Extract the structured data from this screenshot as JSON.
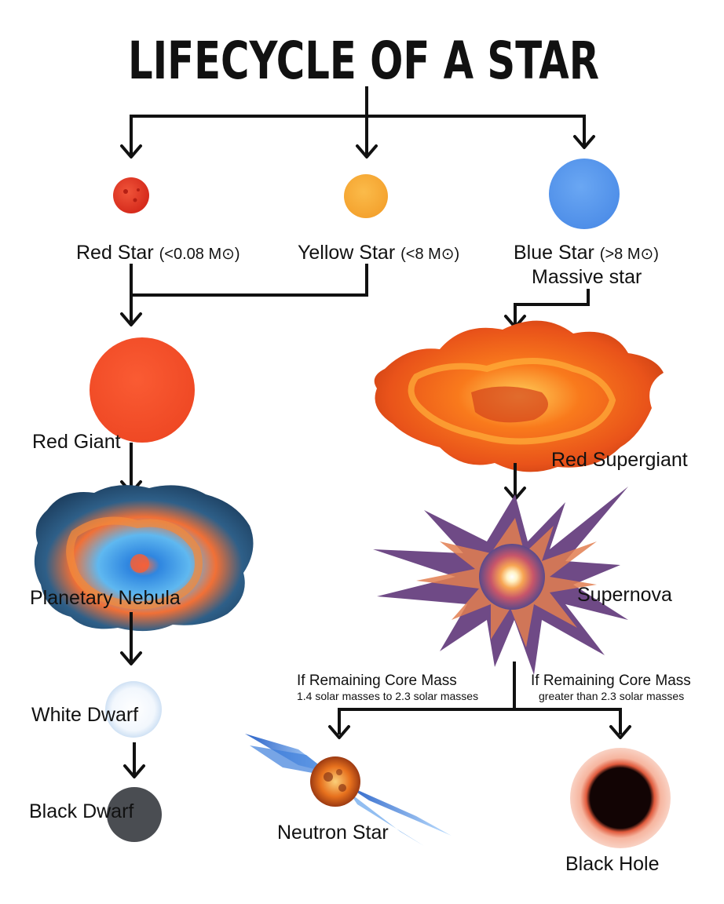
{
  "title": "LIFECYCLE OF A STAR",
  "stars": {
    "red": {
      "label": "Red Star",
      "mass": "(<0.08 M⊙)",
      "color": "#e8402a"
    },
    "yellow": {
      "label": "Yellow Star",
      "mass": "(<8 M⊙)",
      "color": "#f9ad3b"
    },
    "blue": {
      "label": "Blue Star",
      "mass": "(>8 M⊙)",
      "sublabel": "Massive star",
      "color": "#5b9bf0"
    }
  },
  "stages": {
    "red_giant": "Red Giant",
    "planetary_nebula": "Planetary Nebula",
    "white_dwarf": "White Dwarf",
    "black_dwarf": "Black Dwarf",
    "red_supergiant": "Red Supergiant",
    "supernova": "Supernova",
    "neutron_star": "Neutron Star",
    "black_hole": "Black Hole"
  },
  "conditions": {
    "left": {
      "heading": "If Remaining Core Mass",
      "detail": "1.4 solar masses to 2.3 solar masses"
    },
    "right": {
      "heading": "If Remaining Core Mass",
      "detail": "greater than 2.3 solar masses"
    }
  },
  "colors": {
    "red_giant": "#f5502f",
    "black_dwarf": "#4a4d52",
    "white_dwarf": "#eef4fb",
    "black_hole_ring": "#f3b7a5"
  }
}
